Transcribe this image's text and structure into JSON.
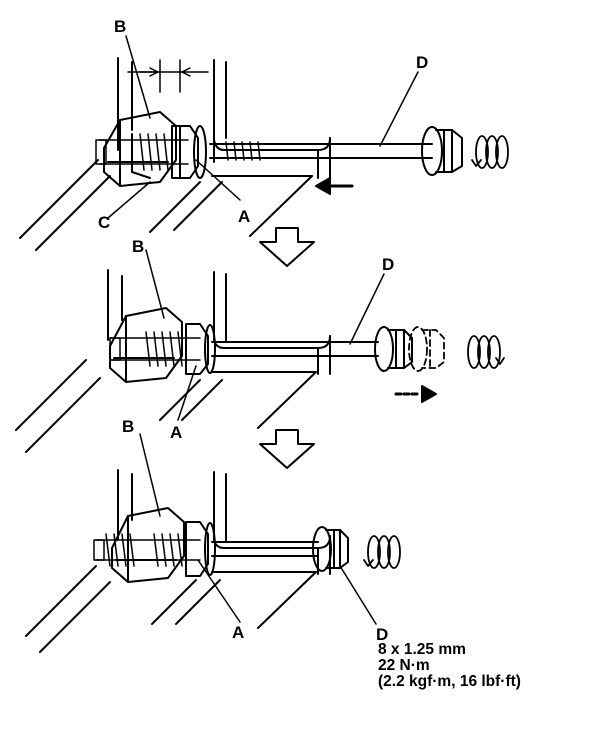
{
  "labels": {
    "b1": "B",
    "c1": "C",
    "a1": "A",
    "d1": "D",
    "b2": "B",
    "a2": "A",
    "d2": "D",
    "b3": "B",
    "a3": "A",
    "d3": "D"
  },
  "spec": {
    "size": "8 x 1.25 mm",
    "torque_nm": "22 N·m",
    "torque_alt": "(2.2 kgf·m, 16 lbf·ft)"
  },
  "colors": {
    "ink": "#000000",
    "paper": "#ffffff"
  }
}
